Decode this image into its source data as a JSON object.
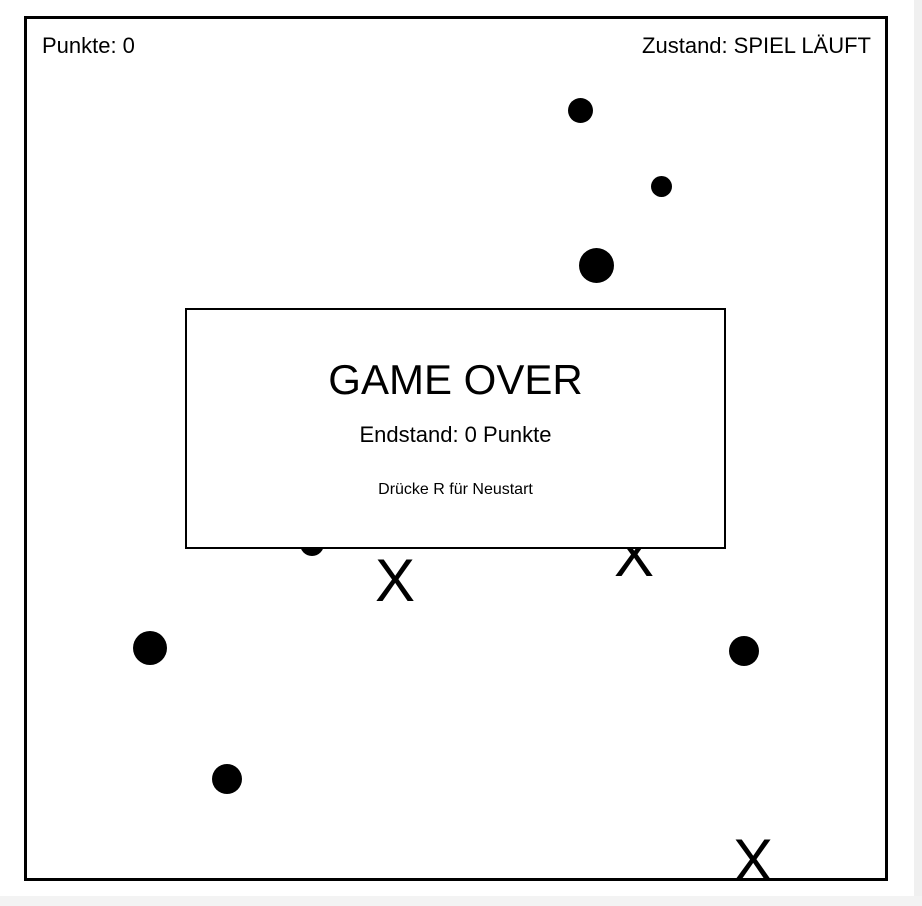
{
  "hud": {
    "score_label": "Punkte:",
    "score_value": "0",
    "state_label": "Zustand:",
    "state_value": "SPIEL LÄUFT"
  },
  "overlay": {
    "title": "GAME OVER",
    "final_score": "Endstand: 0 Punkte",
    "restart_hint": "Drücke R für Neustart"
  },
  "entities": {
    "dot_count": 8,
    "x_mark_glyph": "X",
    "x_mark_count": 4
  },
  "colors": {
    "foreground": "#000000",
    "background": "#ffffff"
  }
}
